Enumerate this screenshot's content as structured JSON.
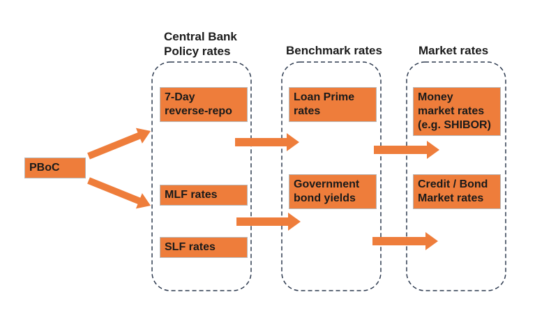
{
  "columns": [
    {
      "heading": "Central Bank\nPolicy rates"
    },
    {
      "heading": "Benchmark rates"
    },
    {
      "heading": "Market rates"
    }
  ],
  "source": {
    "label": "PBoC"
  },
  "policy_rates": [
    {
      "label": "7-Day\nreverse-repo"
    },
    {
      "label": "MLF rates"
    },
    {
      "label": "SLF rates"
    }
  ],
  "benchmark_rates": [
    {
      "label": "Loan Prime\nrates"
    },
    {
      "label": "Government\nbond yields"
    }
  ],
  "market_rates": [
    {
      "label": "Money\nmarket rates\n(e.g. SHIBOR)"
    },
    {
      "label": "Credit / Bond\nMarket rates"
    }
  ],
  "colors": {
    "box_fill": "#ee7d3b",
    "arrow_fill": "#ee7d3b",
    "frame_stroke": "#2d3a4f",
    "text": "#1a1a1a"
  }
}
